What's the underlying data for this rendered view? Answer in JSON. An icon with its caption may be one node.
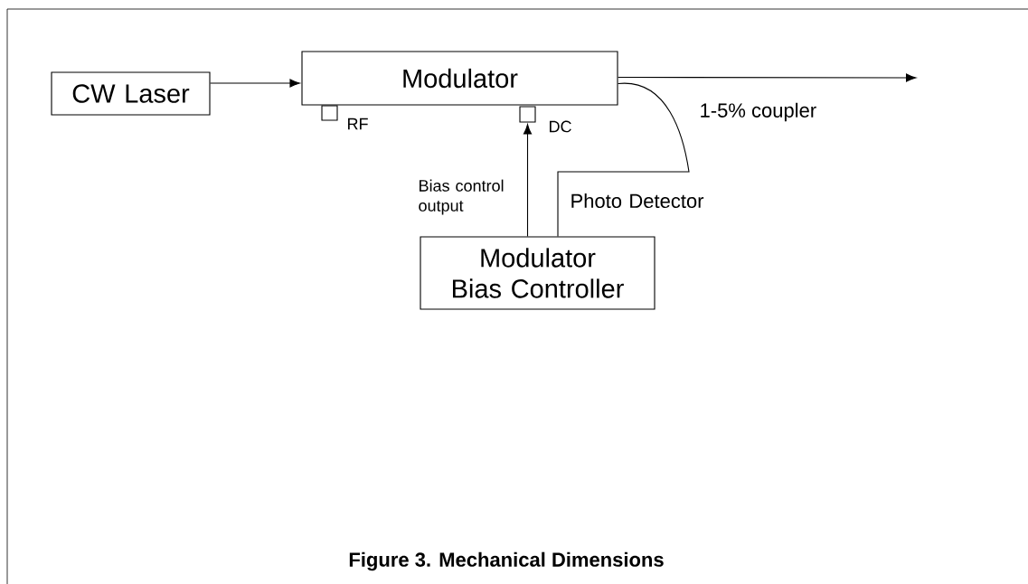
{
  "diagram": {
    "caption": "Figure 3. Mechanical Dimensions",
    "nodes": [
      {
        "text": [
          "CW Laser"
        ]
      },
      {
        "text": [
          "Modulator"
        ]
      },
      {
        "text": [],
        "shape": "box",
        "beside": [
          "RF"
        ]
      },
      {
        "text": [],
        "shape": "box",
        "beside": [
          "DC"
        ]
      },
      {
        "text": [
          "Modulator Bias Controller"
        ]
      }
    ],
    "edges": [
      {
        "from": 0,
        "to": 1,
        "arrow": "to"
      },
      {
        "from": 1,
        "to": null,
        "arrow": "to"
      },
      {
        "from": 4,
        "to": 3,
        "arrow": "to",
        "label": "Bias control output"
      },
      {
        "from": 1,
        "to": 4,
        "arrow": "none",
        "label": "Photo Detector"
      }
    ],
    "labels": [
      "1-5% coupler"
    ]
  }
}
